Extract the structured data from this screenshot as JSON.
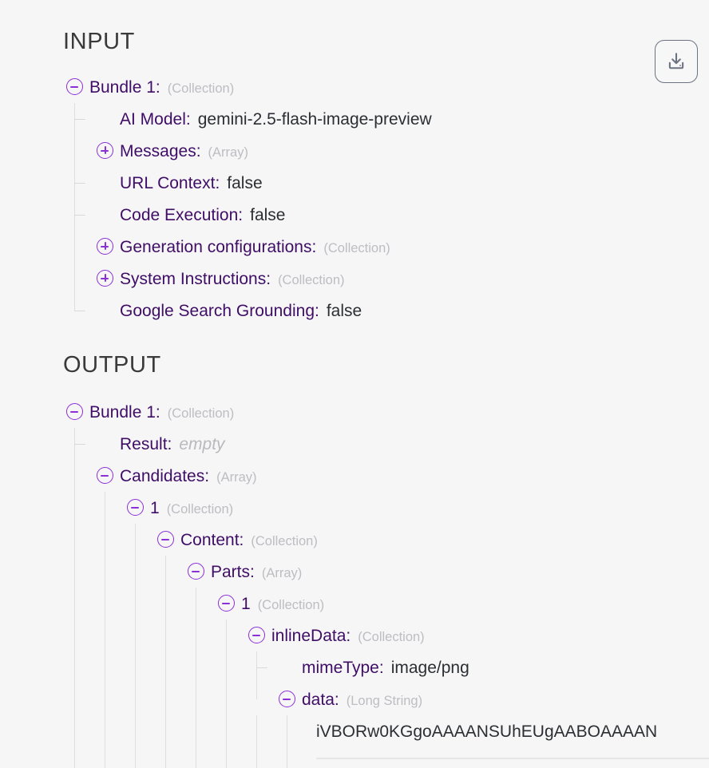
{
  "toolbar": {
    "download_button_label": "Download",
    "download_icon": "download-icon"
  },
  "colors": {
    "background": "#f6f6f7",
    "label_purple": "#3f0d66",
    "accent_purple": "#8b2fd6",
    "value_text": "#2b2f33",
    "meta_text": "#bdbdc2",
    "heading_text": "#3a3a3a",
    "rail": "#dedee1"
  },
  "input": {
    "title": "INPUT",
    "rows": [
      {
        "depth": 0,
        "toggle": "minus",
        "label": "Bundle 1:",
        "meta": "(Collection)",
        "value": ""
      },
      {
        "depth": 1,
        "toggle": "leaf",
        "label": "AI Model:",
        "meta": "",
        "value": "gemini-2.5-flash-image-preview"
      },
      {
        "depth": 1,
        "toggle": "plus",
        "label": "Messages:",
        "meta": "(Array)",
        "value": ""
      },
      {
        "depth": 1,
        "toggle": "leaf",
        "label": "URL Context:",
        "meta": "",
        "value": "false"
      },
      {
        "depth": 1,
        "toggle": "leaf",
        "label": "Code Execution:",
        "meta": "",
        "value": "false"
      },
      {
        "depth": 1,
        "toggle": "plus",
        "label": "Generation configurations:",
        "meta": "(Collection)",
        "value": ""
      },
      {
        "depth": 1,
        "toggle": "plus",
        "label": "System Instructions:",
        "meta": "(Collection)",
        "value": ""
      },
      {
        "depth": 1,
        "toggle": "leaf",
        "label": "Google Search Grounding:",
        "meta": "",
        "value": "false"
      }
    ]
  },
  "output": {
    "title": "OUTPUT",
    "rows": [
      {
        "depth": 0,
        "toggle": "minus",
        "label": "Bundle 1:",
        "meta": "(Collection)",
        "value": ""
      },
      {
        "depth": 1,
        "toggle": "leaf",
        "label": "Result:",
        "meta": "",
        "value": "empty",
        "value_style": "empty"
      },
      {
        "depth": 1,
        "toggle": "minus",
        "label": "Candidates:",
        "meta": "(Array)",
        "value": ""
      },
      {
        "depth": 2,
        "toggle": "minus",
        "label": "1",
        "meta": "(Collection)",
        "value": ""
      },
      {
        "depth": 3,
        "toggle": "minus",
        "label": "Content:",
        "meta": "(Collection)",
        "value": ""
      },
      {
        "depth": 4,
        "toggle": "minus",
        "label": "Parts:",
        "meta": "(Array)",
        "value": ""
      },
      {
        "depth": 5,
        "toggle": "minus",
        "label": "1",
        "meta": "(Collection)",
        "value": ""
      },
      {
        "depth": 6,
        "toggle": "minus",
        "label": "inlineData:",
        "meta": "(Collection)",
        "value": ""
      },
      {
        "depth": 7,
        "toggle": "leaf",
        "label": "mimeType:",
        "meta": "",
        "value": "image/png"
      },
      {
        "depth": 7,
        "toggle": "minus",
        "label": "data:",
        "meta": "(Long String)",
        "value": ""
      }
    ],
    "long_string": {
      "text": "iVBORw0KGgoAAAANSUhEUgAABOAAAAN"
    }
  }
}
